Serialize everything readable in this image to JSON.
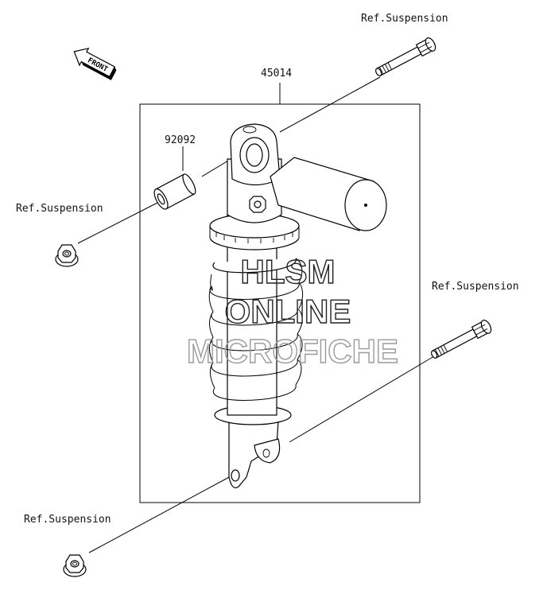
{
  "diagram": {
    "assembly_part_number": "45014",
    "bushing_part_number": "92092",
    "ref_labels": {
      "top_bolt": "Ref.Suspension",
      "upper_nut": "Ref.Suspension",
      "right_bolt": "Ref.Suspension",
      "lower_nut": "Ref.Suspension"
    },
    "front_arrow_label": "FRONT"
  },
  "watermark": {
    "line1": "HLSM",
    "line2": "ONLINE",
    "line3": "MICROFICHE",
    "color_dark": "#222222",
    "color_light": "#9a9a9a"
  }
}
